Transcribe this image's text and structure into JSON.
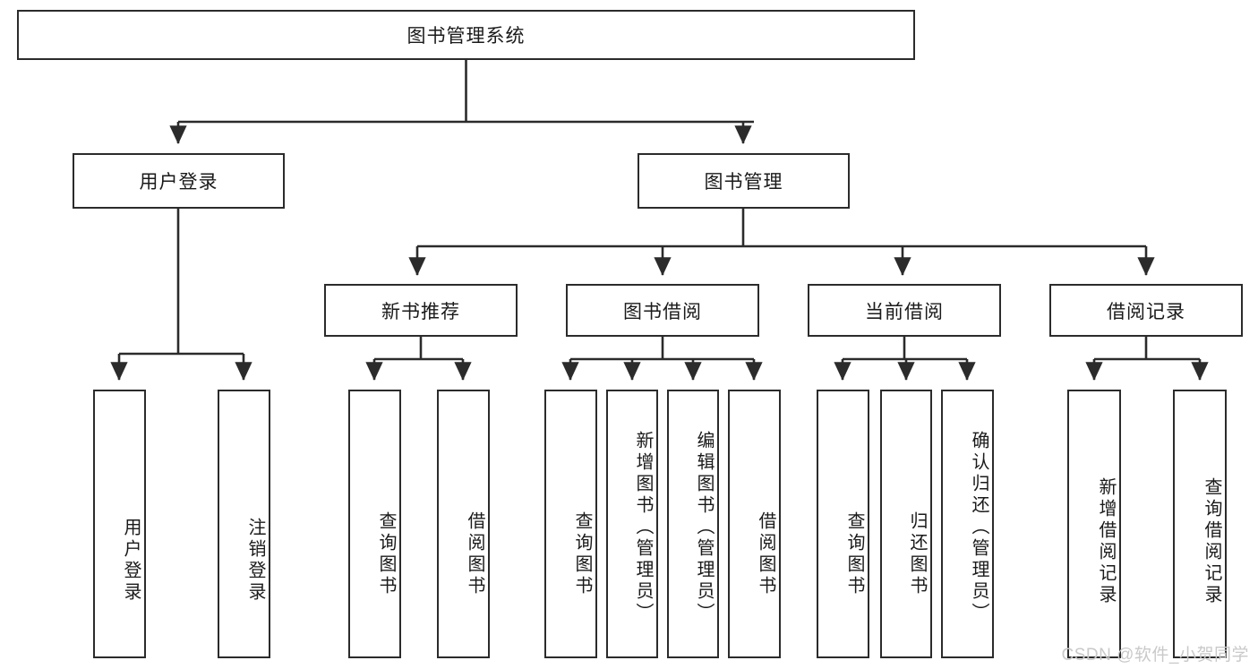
{
  "diagram": {
    "type": "tree-hierarchy",
    "title": "图书管理系统",
    "stroke_color": "#2b2b2b",
    "background_color": "#ffffff",
    "levels": [
      {
        "level": 1,
        "nodes": [
          {
            "id": "root",
            "label": "图书管理系统",
            "orientation": "horizontal"
          }
        ]
      },
      {
        "level": 2,
        "nodes": [
          {
            "id": "login",
            "label": "用户登录",
            "orientation": "horizontal",
            "parent": "root"
          },
          {
            "id": "bookmgmt",
            "label": "图书管理",
            "orientation": "horizontal",
            "parent": "root"
          }
        ]
      },
      {
        "level": 3,
        "nodes": [
          {
            "id": "newbook",
            "label": "新书推荐",
            "orientation": "horizontal",
            "parent": "bookmgmt"
          },
          {
            "id": "borrow",
            "label": "图书借阅",
            "orientation": "horizontal",
            "parent": "bookmgmt"
          },
          {
            "id": "current",
            "label": "当前借阅",
            "orientation": "horizontal",
            "parent": "bookmgmt"
          },
          {
            "id": "records",
            "label": "借阅记录",
            "orientation": "horizontal",
            "parent": "bookmgmt"
          }
        ]
      },
      {
        "level": 4,
        "nodes": [
          {
            "id": "leaf1",
            "label": "用户登录",
            "orientation": "vertical",
            "parent": "login"
          },
          {
            "id": "leaf2",
            "label": "注销登录",
            "orientation": "vertical",
            "parent": "login"
          },
          {
            "id": "leaf3",
            "label": "查询图书",
            "orientation": "vertical",
            "parent": "newbook"
          },
          {
            "id": "leaf4",
            "label": "借阅图书",
            "orientation": "vertical",
            "parent": "newbook"
          },
          {
            "id": "leaf5",
            "label": "查询图书",
            "orientation": "vertical",
            "parent": "borrow"
          },
          {
            "id": "leaf6",
            "label": "新增图书（管理员）",
            "orientation": "vertical",
            "parent": "borrow"
          },
          {
            "id": "leaf7",
            "label": "编辑图书（管理员）",
            "orientation": "vertical",
            "parent": "borrow"
          },
          {
            "id": "leaf8",
            "label": "借阅图书",
            "orientation": "vertical",
            "parent": "borrow"
          },
          {
            "id": "leaf9",
            "label": "查询图书",
            "orientation": "vertical",
            "parent": "current"
          },
          {
            "id": "leaf10",
            "label": "归还图书",
            "orientation": "vertical",
            "parent": "current"
          },
          {
            "id": "leaf11",
            "label": "确认归还（管理员）",
            "orientation": "vertical",
            "parent": "current"
          },
          {
            "id": "leaf12",
            "label": "新增借阅记录",
            "orientation": "vertical",
            "parent": "records"
          },
          {
            "id": "leaf13",
            "label": "查询借阅记录",
            "orientation": "vertical",
            "parent": "records"
          }
        ]
      }
    ]
  },
  "watermark": {
    "text": "CSDN @软件_小贺同学"
  }
}
